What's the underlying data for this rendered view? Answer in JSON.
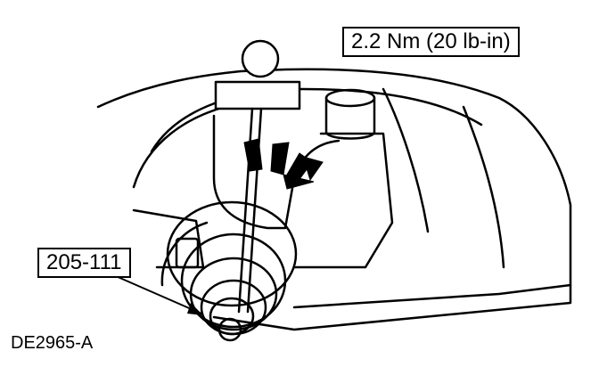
{
  "diagram": {
    "torque_spec": "2.2 Nm (20 lb-in)",
    "tool_number": "205-111",
    "figure_id": "DE2965-A",
    "colors": {
      "ink": "#000000",
      "paper": "#ffffff"
    }
  }
}
